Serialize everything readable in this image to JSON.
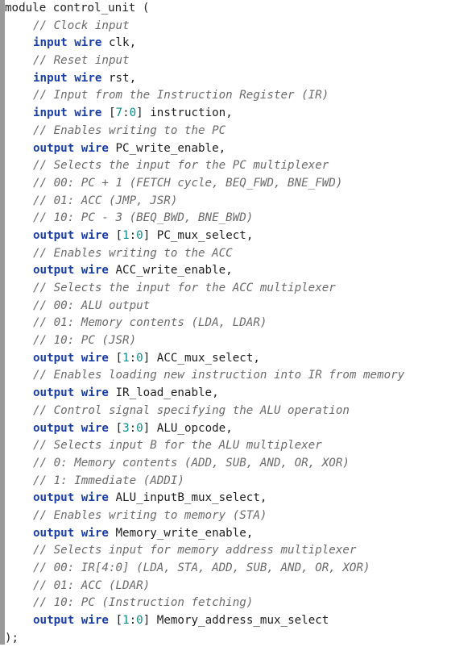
{
  "lines": [
    {
      "indent": 0,
      "tokens": [
        {
          "t": "module",
          "c": "kw-module"
        },
        {
          "t": " control_unit (",
          "c": "ident"
        }
      ]
    },
    {
      "indent": 1,
      "tokens": [
        {
          "t": "// Clock input",
          "c": "cm"
        }
      ]
    },
    {
      "indent": 1,
      "tokens": [
        {
          "t": "input wire",
          "c": "kw"
        },
        {
          "t": " clk,",
          "c": "ident"
        }
      ]
    },
    {
      "indent": 1,
      "tokens": [
        {
          "t": "// Reset input",
          "c": "cm"
        }
      ]
    },
    {
      "indent": 1,
      "tokens": [
        {
          "t": "input wire",
          "c": "kw"
        },
        {
          "t": " rst,",
          "c": "ident"
        }
      ]
    },
    {
      "indent": 1,
      "tokens": [
        {
          "t": "// Input from the Instruction Register (IR)",
          "c": "cm"
        }
      ]
    },
    {
      "indent": 1,
      "tokens": [
        {
          "t": "input wire",
          "c": "kw"
        },
        {
          "t": " [",
          "c": "ident"
        },
        {
          "t": "7",
          "c": "num"
        },
        {
          "t": ":",
          "c": "ident"
        },
        {
          "t": "0",
          "c": "num"
        },
        {
          "t": "] instruction,",
          "c": "ident"
        }
      ]
    },
    {
      "indent": 1,
      "tokens": [
        {
          "t": "// Enables writing to the PC",
          "c": "cm"
        }
      ]
    },
    {
      "indent": 1,
      "tokens": [
        {
          "t": "output wire",
          "c": "kw"
        },
        {
          "t": " PC_write_enable,",
          "c": "ident"
        }
      ]
    },
    {
      "indent": 1,
      "tokens": [
        {
          "t": "// Selects the input for the PC multiplexer",
          "c": "cm"
        }
      ]
    },
    {
      "indent": 1,
      "tokens": [
        {
          "t": "// 00: PC + 1 (FETCH cycle, BEQ_FWD, BNE_FWD)",
          "c": "cm"
        }
      ]
    },
    {
      "indent": 1,
      "tokens": [
        {
          "t": "// 01: ACC (JMP, JSR)",
          "c": "cm"
        }
      ]
    },
    {
      "indent": 1,
      "tokens": [
        {
          "t": "// 10: PC - 3 (BEQ_BWD, BNE_BWD)",
          "c": "cm"
        }
      ]
    },
    {
      "indent": 1,
      "tokens": [
        {
          "t": "output wire",
          "c": "kw"
        },
        {
          "t": " [",
          "c": "ident"
        },
        {
          "t": "1",
          "c": "num"
        },
        {
          "t": ":",
          "c": "ident"
        },
        {
          "t": "0",
          "c": "num"
        },
        {
          "t": "] PC_mux_select,",
          "c": "ident"
        }
      ]
    },
    {
      "indent": 1,
      "tokens": [
        {
          "t": "// Enables writing to the ACC",
          "c": "cm"
        }
      ]
    },
    {
      "indent": 1,
      "tokens": [
        {
          "t": "output wire",
          "c": "kw"
        },
        {
          "t": " ACC_write_enable,",
          "c": "ident"
        }
      ]
    },
    {
      "indent": 1,
      "tokens": [
        {
          "t": "// Selects the input for the ACC multiplexer",
          "c": "cm"
        }
      ]
    },
    {
      "indent": 1,
      "tokens": [
        {
          "t": "// 00: ALU output",
          "c": "cm"
        }
      ]
    },
    {
      "indent": 1,
      "tokens": [
        {
          "t": "// 01: Memory contents (LDA, LDAR)",
          "c": "cm"
        }
      ]
    },
    {
      "indent": 1,
      "tokens": [
        {
          "t": "// 10: PC (JSR)",
          "c": "cm"
        }
      ]
    },
    {
      "indent": 1,
      "tokens": [
        {
          "t": "output wire",
          "c": "kw"
        },
        {
          "t": " [",
          "c": "ident"
        },
        {
          "t": "1",
          "c": "num"
        },
        {
          "t": ":",
          "c": "ident"
        },
        {
          "t": "0",
          "c": "num"
        },
        {
          "t": "] ACC_mux_select,",
          "c": "ident"
        }
      ]
    },
    {
      "indent": 1,
      "tokens": [
        {
          "t": "// Enables loading new instruction into IR from memory",
          "c": "cm"
        }
      ]
    },
    {
      "indent": 1,
      "tokens": [
        {
          "t": "output wire",
          "c": "kw"
        },
        {
          "t": " IR_load_enable,",
          "c": "ident"
        }
      ]
    },
    {
      "indent": 1,
      "tokens": [
        {
          "t": "// Control signal specifying the ALU operation",
          "c": "cm"
        }
      ]
    },
    {
      "indent": 1,
      "tokens": [
        {
          "t": "output wire",
          "c": "kw"
        },
        {
          "t": " [",
          "c": "ident"
        },
        {
          "t": "3",
          "c": "num"
        },
        {
          "t": ":",
          "c": "ident"
        },
        {
          "t": "0",
          "c": "num"
        },
        {
          "t": "] ALU_opcode,",
          "c": "ident"
        }
      ]
    },
    {
      "indent": 1,
      "tokens": [
        {
          "t": "// Selects input B for the ALU multiplexer",
          "c": "cm"
        }
      ]
    },
    {
      "indent": 1,
      "tokens": [
        {
          "t": "// 0: Memory contents (ADD, SUB, AND, OR, XOR)",
          "c": "cm"
        }
      ]
    },
    {
      "indent": 1,
      "tokens": [
        {
          "t": "// 1: Immediate (ADDI)",
          "c": "cm"
        }
      ]
    },
    {
      "indent": 1,
      "tokens": [
        {
          "t": "output wire",
          "c": "kw"
        },
        {
          "t": " ALU_inputB_mux_select,",
          "c": "ident"
        }
      ]
    },
    {
      "indent": 1,
      "tokens": [
        {
          "t": "// Enables writing to memory (STA)",
          "c": "cm"
        }
      ]
    },
    {
      "indent": 1,
      "tokens": [
        {
          "t": "output wire",
          "c": "kw"
        },
        {
          "t": " Memory_write_enable,",
          "c": "ident"
        }
      ]
    },
    {
      "indent": 1,
      "tokens": [
        {
          "t": "// Selects input for memory address multiplexer",
          "c": "cm"
        }
      ]
    },
    {
      "indent": 1,
      "tokens": [
        {
          "t": "// 00: IR[4:0] (LDA, STA, ADD, SUB, AND, OR, XOR)",
          "c": "cm"
        }
      ]
    },
    {
      "indent": 1,
      "tokens": [
        {
          "t": "// 01: ACC (LDAR)",
          "c": "cm"
        }
      ]
    },
    {
      "indent": 1,
      "tokens": [
        {
          "t": "// 10: PC (Instruction fetching)",
          "c": "cm"
        }
      ]
    },
    {
      "indent": 1,
      "tokens": [
        {
          "t": "output wire",
          "c": "kw"
        },
        {
          "t": " [",
          "c": "ident"
        },
        {
          "t": "1",
          "c": "num"
        },
        {
          "t": ":",
          "c": "ident"
        },
        {
          "t": "0",
          "c": "num"
        },
        {
          "t": "] Memory_address_mux_select",
          "c": "ident"
        }
      ]
    },
    {
      "indent": 0,
      "tokens": [
        {
          "t": ");",
          "c": "punct"
        }
      ]
    }
  ]
}
